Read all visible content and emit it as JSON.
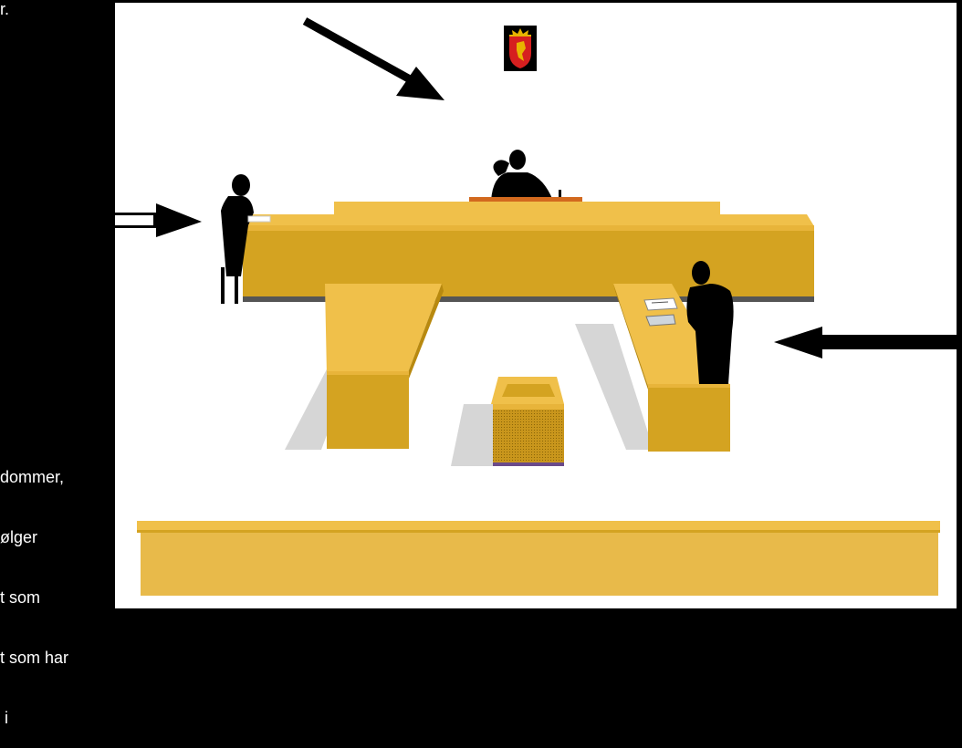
{
  "left_text_top": "r.",
  "left_text_lines": [
    "dommer,",
    "ølger",
    "t som",
    "t som har",
    " i"
  ],
  "colors": {
    "wood_top": "#f0c04a",
    "wood_front": "#d4a321",
    "wood_dark": "#b8890f",
    "judge_strip": "#d2691e",
    "shadow": "#d6d6d6",
    "silhouette": "#000000",
    "background": "#ffffff",
    "crest_red": "#d61f1f",
    "crest_gold": "#e8b400"
  },
  "icons": {
    "crest": "norwegian-coat-of-arms-icon",
    "arrow": "arrow-icon"
  }
}
